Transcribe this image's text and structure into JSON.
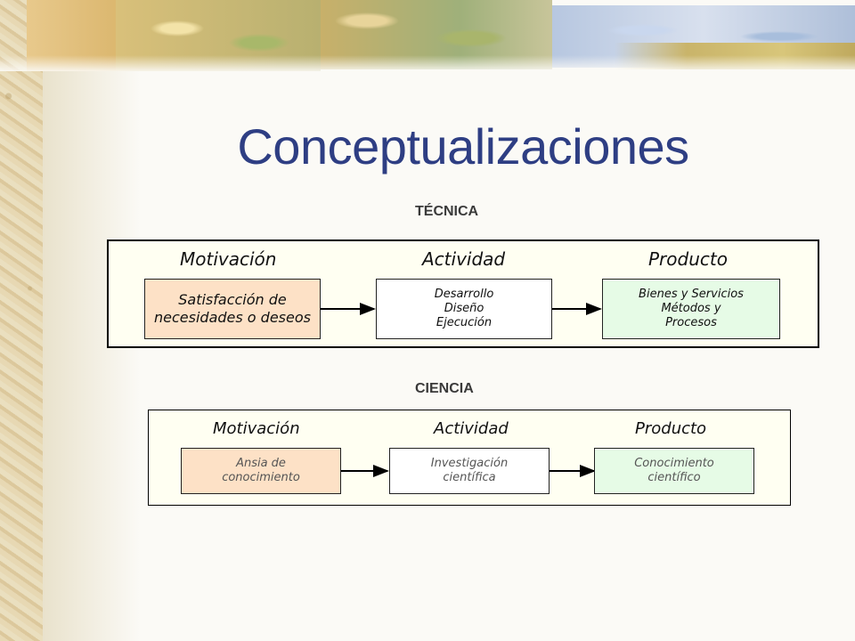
{
  "title": "Conceptualizaciones",
  "sections": [
    {
      "label": "TÉCNICA",
      "headers": {
        "motivation": "Motivación",
        "activity": "Actividad",
        "product": "Producto"
      },
      "boxes": {
        "motivation": [
          "Satisfacción de",
          "necesidades o deseos"
        ],
        "activity": [
          "Desarrollo",
          "Diseño",
          "Ejecución"
        ],
        "product": [
          "Bienes y Servicios",
          "Métodos  y",
          "Procesos"
        ]
      }
    },
    {
      "label": "CIENCIA",
      "headers": {
        "motivation": "Motivación",
        "activity": "Actividad",
        "product": "Producto"
      },
      "boxes": {
        "motivation": [
          "Ansia de",
          "conocimiento"
        ],
        "activity": [
          "Investigación",
          "científica"
        ],
        "product": [
          "Conocimiento",
          "científico"
        ]
      }
    }
  ],
  "colors": {
    "title": "#2e3e83",
    "motivation_box": "#fde1c6",
    "activity_box": "#ffffff",
    "product_box": "#e6fbe6",
    "panel": "#fffff2"
  }
}
